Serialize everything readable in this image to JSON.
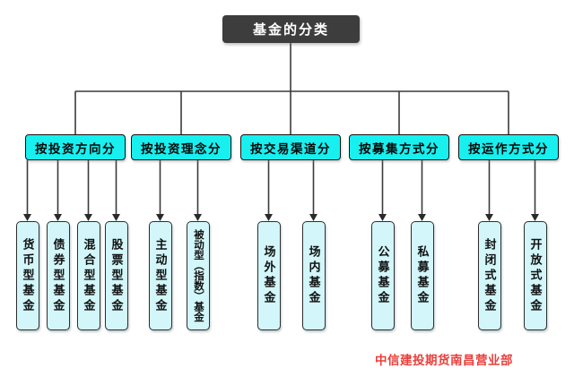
{
  "diagram": {
    "root_label": "基金的分类",
    "groups": [
      {
        "label": "按投资方向分",
        "children": [
          "货币型基金",
          "债券型基金",
          "混合型基金",
          "股票型基金"
        ]
      },
      {
        "label": "按投资理念分",
        "children": [
          "主动型基金",
          "被动型（指数）基金"
        ]
      },
      {
        "label": "按交易渠道分",
        "children": [
          "场外基金",
          "场内基金"
        ]
      },
      {
        "label": "按募集方式分",
        "children": [
          "公募基金",
          "私募基金"
        ]
      },
      {
        "label": "按运作方式分",
        "children": [
          "封闭式基金",
          "开放式基金"
        ]
      }
    ],
    "watermark": "中信建投期货南昌营业部"
  },
  "colors": {
    "root_bg": "#3d3d3d",
    "root_text": "#ffffff",
    "category_fill": "#18f0f0",
    "leaf_fill": "#d2f6f9",
    "connector_line": "#3a3a3a",
    "arrowhead": "#2a2a2a",
    "watermark_text": "#e8403c"
  }
}
